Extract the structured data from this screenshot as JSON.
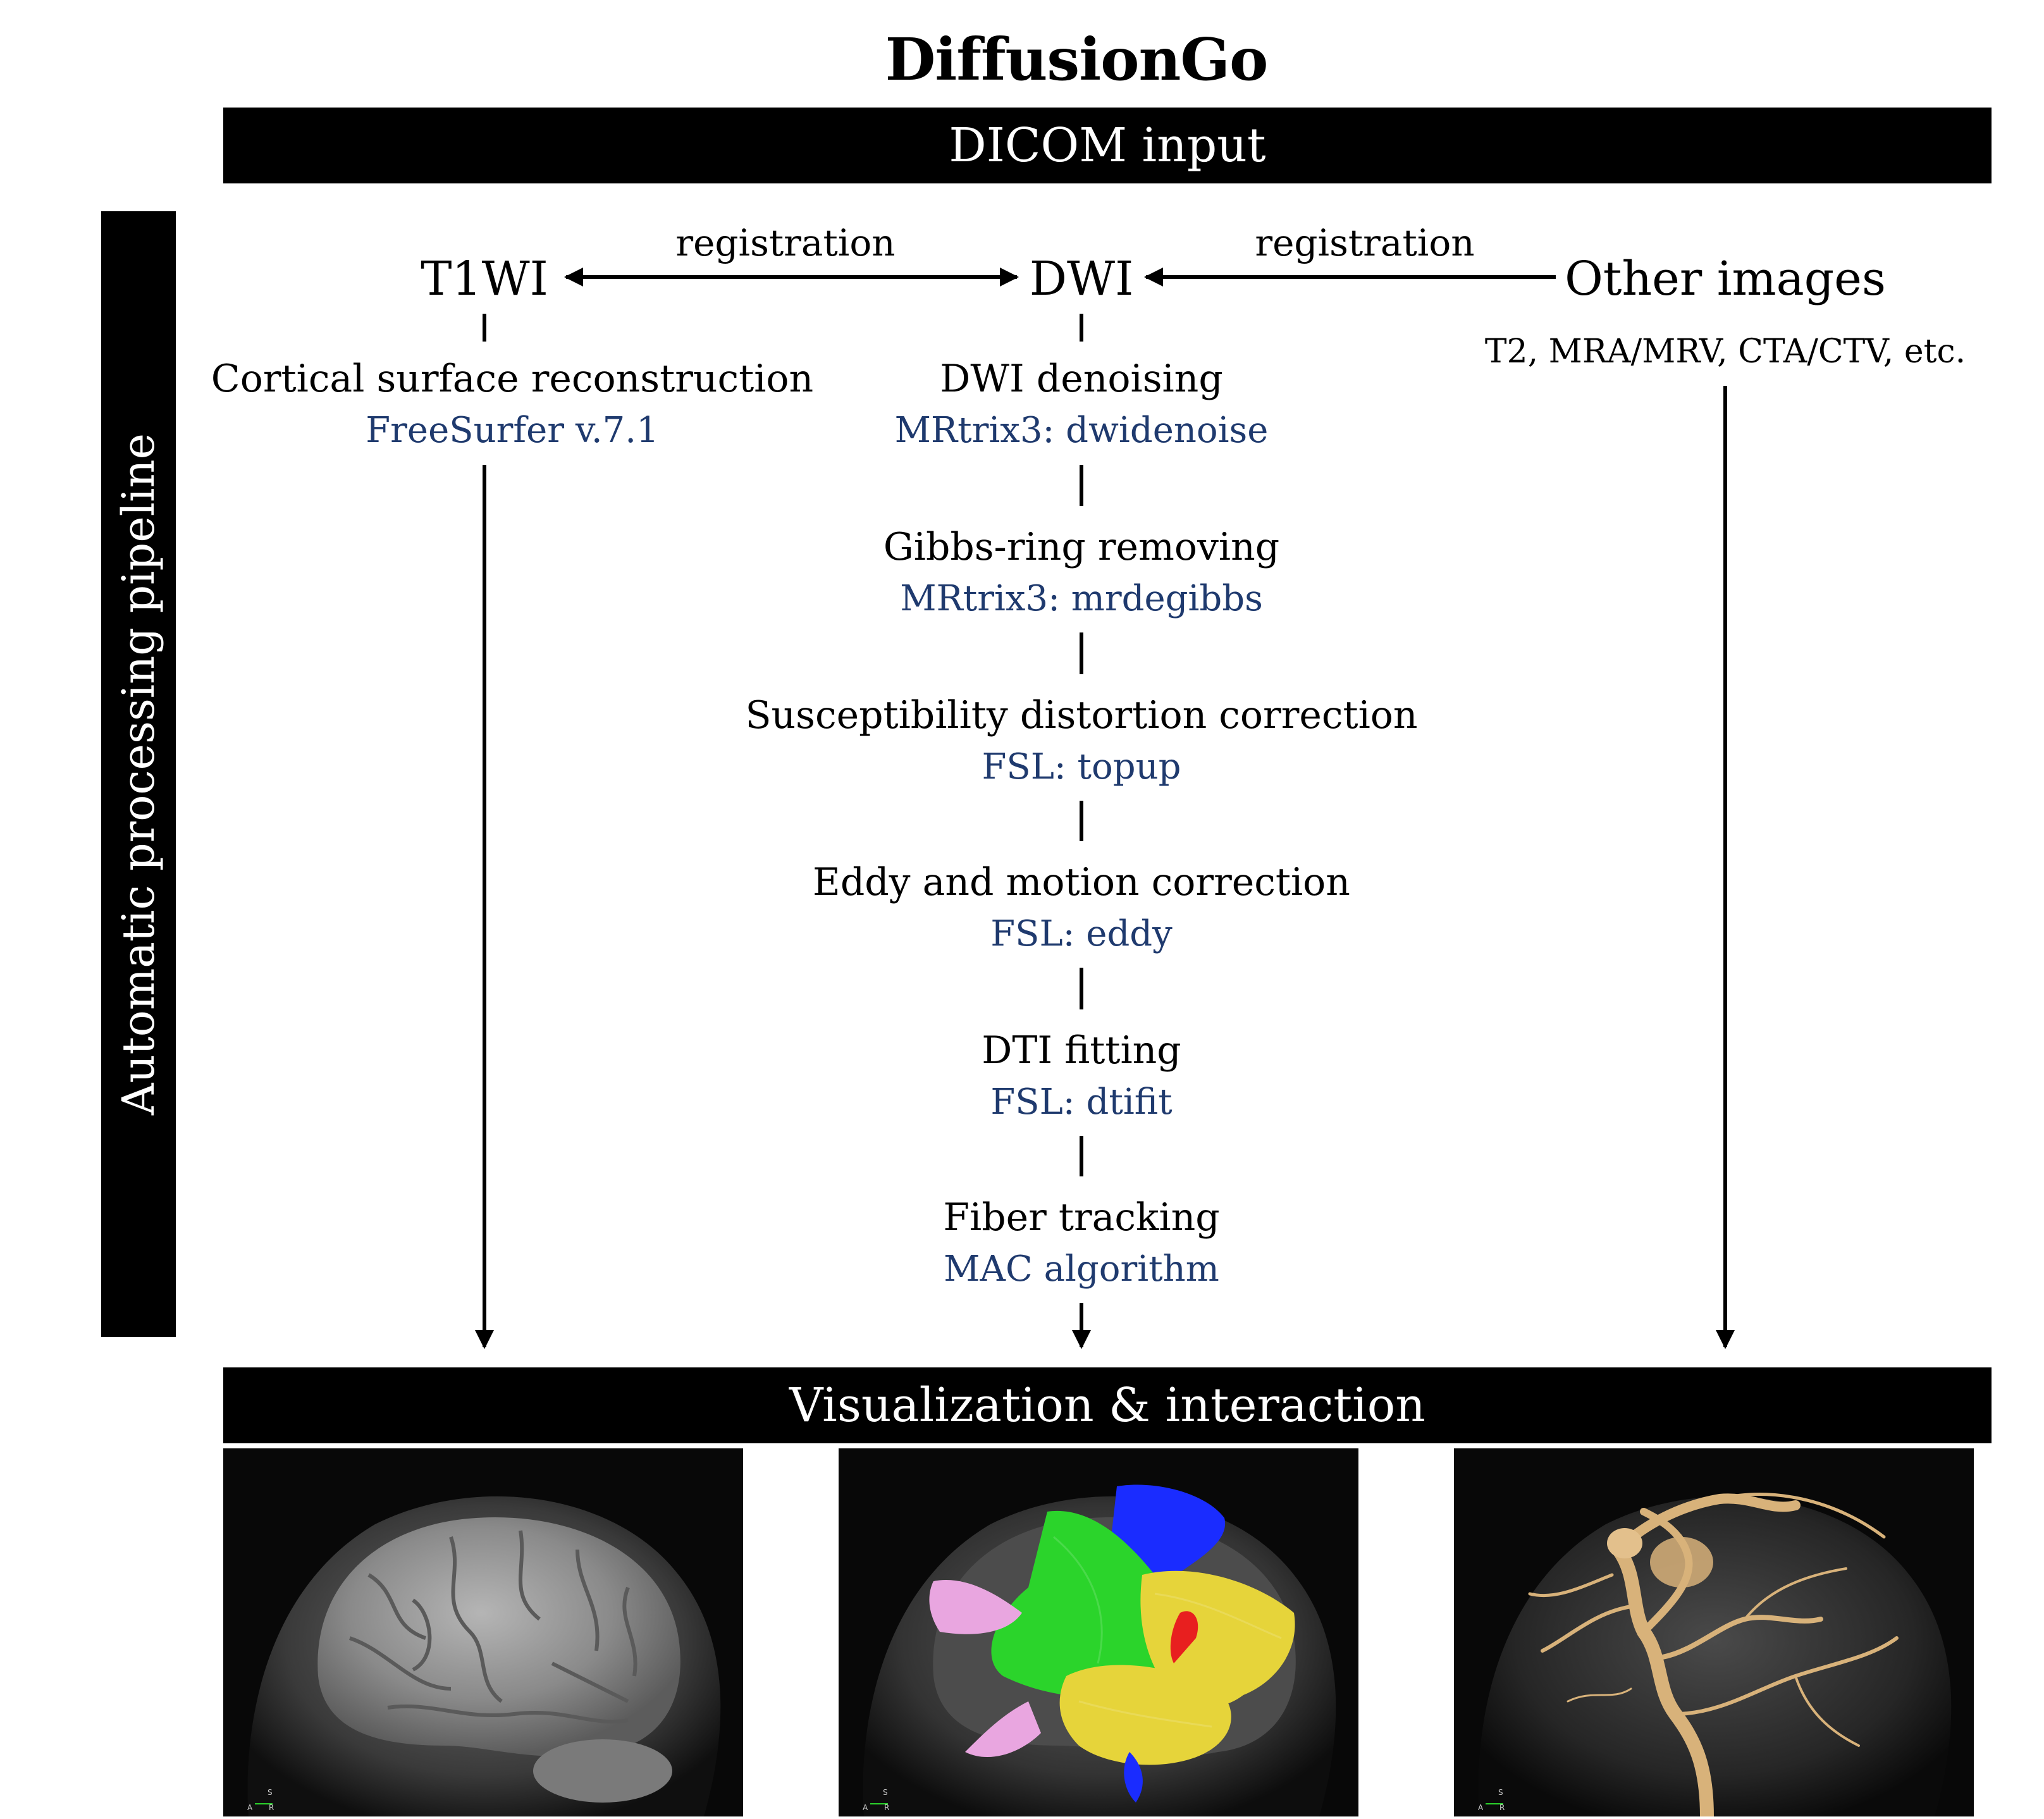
{
  "title": "DiffusionGo",
  "input_banner": "DICOM input",
  "side_label": "Automatic processing pipeline",
  "output_banner": "Visualization & interaction",
  "nodes": {
    "t1": "T1WI",
    "dwi": "DWI",
    "other": "Other images",
    "other_sub": "T2, MRA/MRV, CTA/CTV, etc."
  },
  "registration": [
    "registration",
    "registration"
  ],
  "t1_step": {
    "name": "Cortical surface reconstruction",
    "tool": "FreeSurfer v.7.1"
  },
  "dwi_steps": [
    {
      "name": "DWI denoising",
      "tool": "MRtrix3: dwidenoise"
    },
    {
      "name": "Gibbs-ring removing",
      "tool": "MRtrix3: mrdegibbs"
    },
    {
      "name": "Susceptibility distortion correction",
      "tool": "FSL: topup"
    },
    {
      "name": "Eddy and motion correction",
      "tool": "FSL: eddy"
    },
    {
      "name": "DTI fitting",
      "tool": "FSL: dtifit"
    },
    {
      "name": "Fiber tracking",
      "tool": "MAC algorithm"
    }
  ],
  "panels": [
    {
      "name": "cortical-surface-render",
      "orientation": [
        "S",
        "A",
        "R"
      ]
    },
    {
      "name": "fiber-tracking-render",
      "orientation": [
        "S",
        "A",
        "R"
      ]
    },
    {
      "name": "vessel-render",
      "orientation": [
        "S",
        "A",
        "R"
      ]
    }
  ],
  "colors": {
    "tool_text": "#1f3a6e",
    "fiber_green": "#2bd42b",
    "fiber_blue": "#1a2cff",
    "fiber_yellow": "#e6d43a",
    "fiber_pink": "#e9a6e0",
    "fiber_red": "#e81f1f",
    "vessel": "#d8b27a"
  }
}
